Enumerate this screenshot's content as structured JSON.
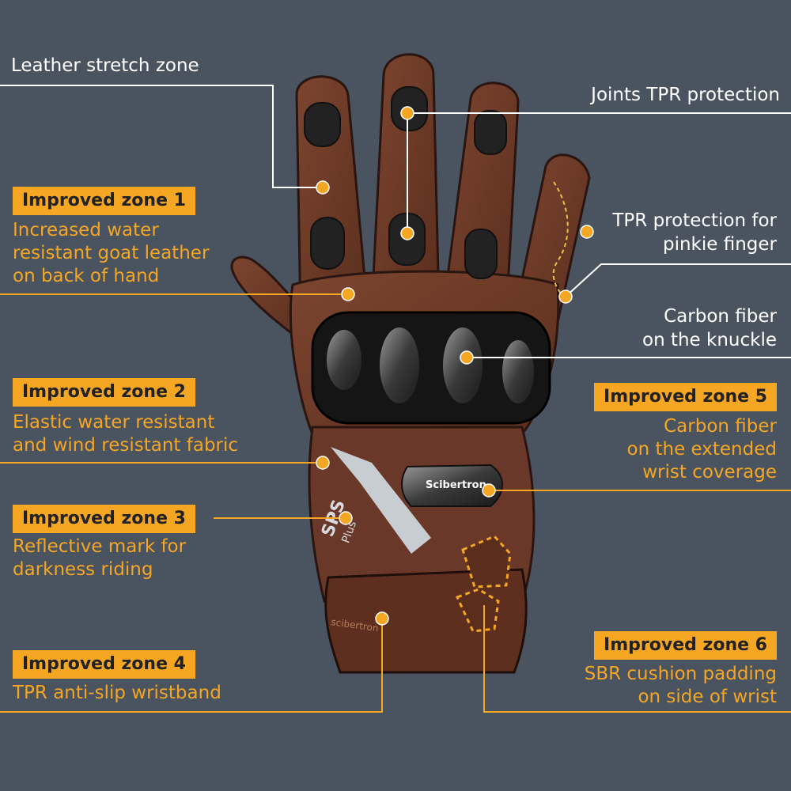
{
  "labels": {
    "leather_stretch": "Leather stretch zone",
    "joints_tpr": "Joints TPR protection",
    "pinkie": [
      "TPR protection for",
      "pinkie finger"
    ],
    "carbon_knuckle": [
      "Carbon fiber",
      "on the knuckle"
    ]
  },
  "zones": [
    {
      "title": "Improved zone 1",
      "lines": [
        "Increased water",
        "resistant goat leather",
        "on back of hand"
      ]
    },
    {
      "title": "Improved zone 2",
      "lines": [
        "Elastic water resistant",
        "and wind resistant fabric"
      ]
    },
    {
      "title": "Improved zone 3",
      "lines": [
        "Reflective mark for",
        "darkness riding"
      ]
    },
    {
      "title": "Improved zone 4",
      "lines": [
        "TPR anti-slip wristband"
      ]
    },
    {
      "title": "Improved zone 5",
      "lines": [
        "Carbon fiber",
        "on the extended",
        "wrist coverage"
      ]
    },
    {
      "title": "Improved zone 6",
      "lines": [
        "SBR cushion padding",
        "on side of wrist"
      ]
    }
  ],
  "glove": {
    "brand": "Scibertron",
    "logo_text": "SPS",
    "logo_sub": "Plus",
    "wristband_text": "scibertron"
  },
  "colors": {
    "background": "#4a5460",
    "accent": "#f5a623",
    "leather": "#6e3a26",
    "text": "#ffffff"
  }
}
